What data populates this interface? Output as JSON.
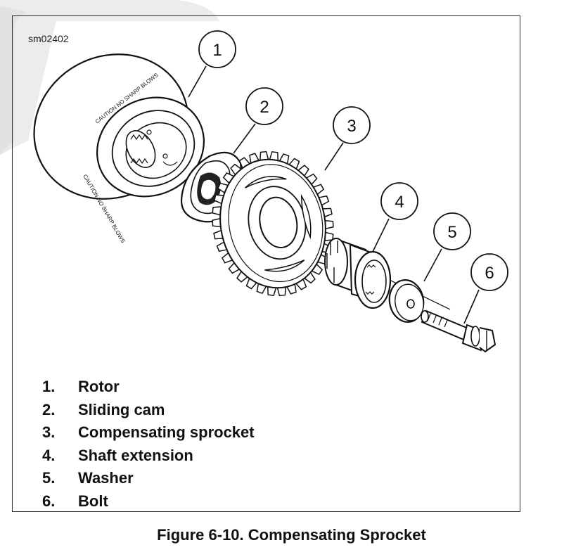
{
  "figure": {
    "id_label": "sm02402",
    "caption": "Figure 6-10. Compensating Sprocket"
  },
  "callouts": [
    "1",
    "2",
    "3",
    "4",
    "5",
    "6"
  ],
  "part_text": {
    "rotor_caution": "CAUTION NO SHARP BLOWS"
  },
  "legend": [
    {
      "num": "1.",
      "label": "Rotor"
    },
    {
      "num": "2.",
      "label": "Sliding cam"
    },
    {
      "num": "3.",
      "label": "Compensating sprocket"
    },
    {
      "num": "4.",
      "label": "Shaft extension"
    },
    {
      "num": "5.",
      "label": "Washer"
    },
    {
      "num": "6.",
      "label": "Bolt"
    }
  ]
}
